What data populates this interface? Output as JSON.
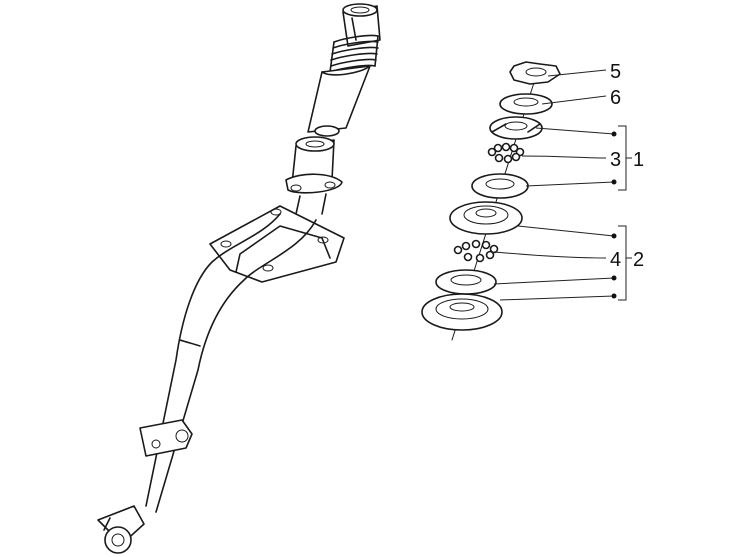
{
  "callouts": [
    {
      "id": "c5",
      "label": "5"
    },
    {
      "id": "c6",
      "label": "6"
    },
    {
      "id": "c31",
      "label": "3",
      "group": "1"
    },
    {
      "id": "c42",
      "label": "4",
      "group": "2"
    }
  ],
  "colors": {
    "ink": "#1a1a1a",
    "background": "#ffffff"
  }
}
